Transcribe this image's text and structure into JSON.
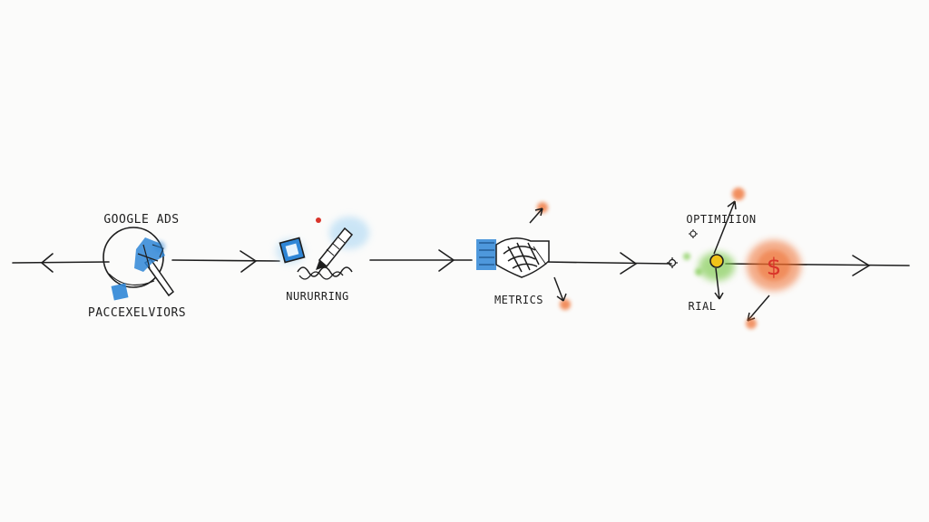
{
  "diagram": {
    "stages": [
      {
        "id": "ads",
        "top_label": "GOOGLE ADS",
        "bottom_label": "PACCEXELVIORS"
      },
      {
        "id": "nurture",
        "bottom_label": "NURURRING"
      },
      {
        "id": "metrics",
        "bottom_label": "METRICS"
      },
      {
        "id": "optimize",
        "top_label": "OPTIMIIION",
        "bottom_label": "RIAL",
        "currency_symbol": "$"
      }
    ],
    "colors": {
      "ink": "#1e1e1e",
      "blue": "#2f86d6",
      "light_blue": "#bfe0f5",
      "orange": "#ee6a2c",
      "green": "#7cc94b",
      "yellow": "#f0c419",
      "red": "#d9342a"
    }
  }
}
